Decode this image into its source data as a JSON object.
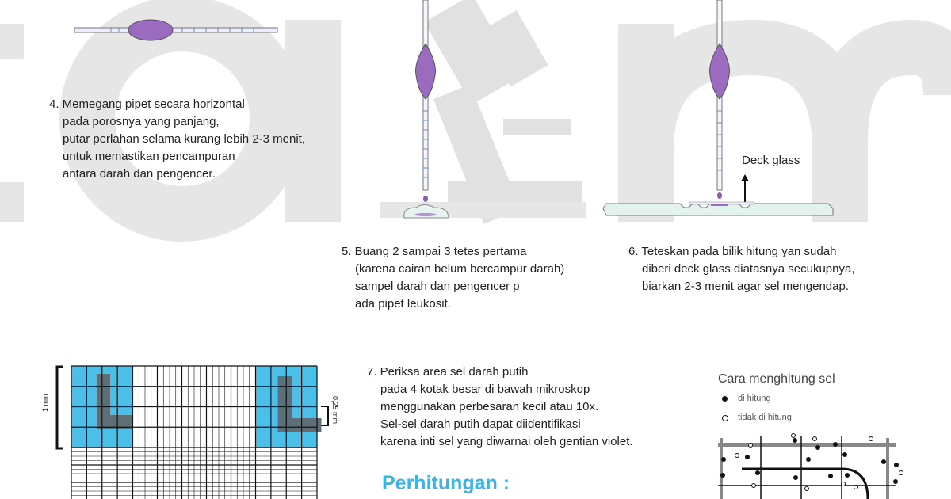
{
  "watermark": "atlm",
  "colors": {
    "accent_blue": "#3ab4e6",
    "pipette_purple": "#9b6bbf",
    "watermark_gray": "#e4e4e4",
    "grid_blue": "#4bbfe8"
  },
  "steps": {
    "step4": {
      "lines": [
        "4. Memegang pipet secara horizontal",
        "pada porosnya yang panjang,",
        "putar perlahan selama kurang lebih 2-3 menit,",
        "untuk memastikan pencampuran",
        "antara darah dan pengencer."
      ]
    },
    "step5": {
      "lines": [
        "5. Buang 2 sampai 3 tetes pertama",
        "(karena cairan belum bercampur darah)",
        "sampel darah dan pengencer p",
        "ada pipet leukosit."
      ]
    },
    "step6": {
      "lines": [
        "6. Teteskan pada bilik hitung yan sudah",
        "diberi deck glass diatasnya secukupnya,",
        "biarkan 2-3 menit agar sel mengendap."
      ]
    },
    "step7": {
      "lines": [
        "7. Periksa area sel darah putih",
        "pada 4 kotak besar di bawah mikroskop",
        "menggunakan perbesaran kecil atau 10x.",
        "Sel-sel darah putih dapat diidentifikasi",
        "karena inti sel yang diwarnai oleh gentian violet."
      ]
    }
  },
  "labels": {
    "deck_glass": "Deck glass",
    "one_mm": "1 mm",
    "quarter_mm": "0,25 mm"
  },
  "perhitungan": "Perhitungan :",
  "counting_legend": {
    "title": "Cara menghitung sel",
    "counted": "di hitung",
    "not_counted": "tidak di hitung"
  }
}
